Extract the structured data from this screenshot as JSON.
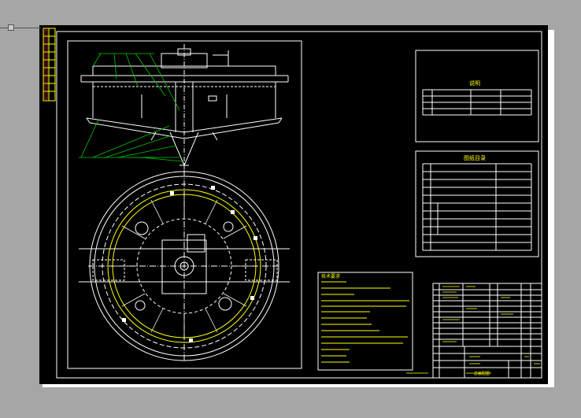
{
  "colors": {
    "background": "#a6a6a6",
    "sheet": "#000000",
    "line": "#ffffff",
    "accent_yellow": "#ffff00",
    "accent_green": "#00c800"
  },
  "table1": {
    "title": "说明"
  },
  "table2": {
    "title": "图纸目录"
  },
  "notes": {
    "heading": "技术要求"
  },
  "title_block": {
    "drawing_no": "总装配图"
  }
}
